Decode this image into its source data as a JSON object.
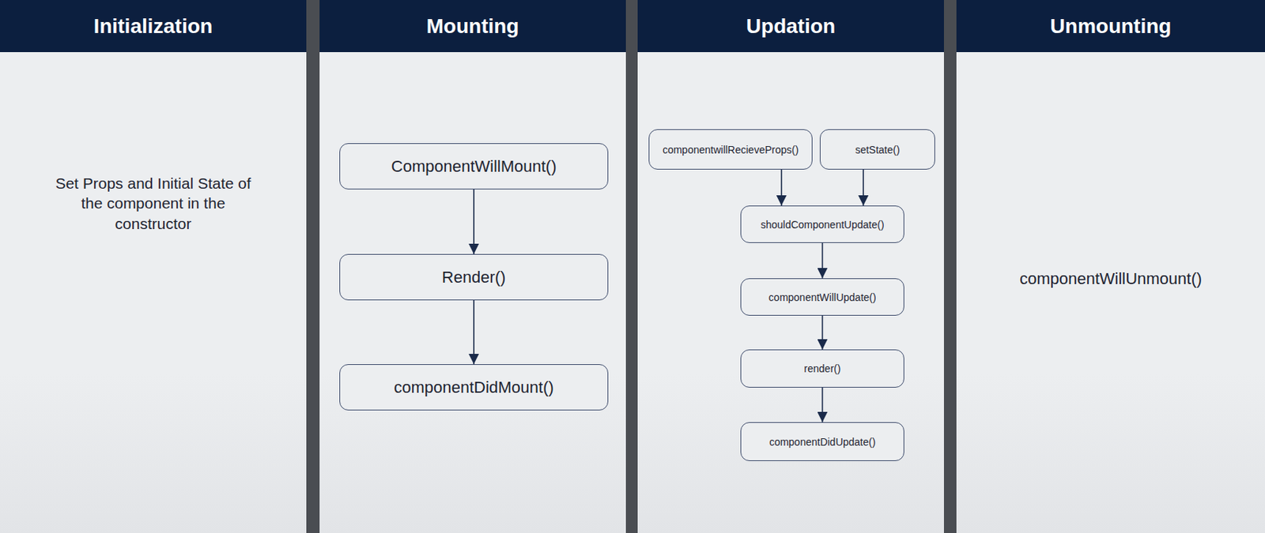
{
  "diagram": {
    "nodes": [
      {
        "text": [
          "Initialization",
          "Set Props and Initial State of the component in the constructor"
        ]
      },
      {
        "text": [
          "Mounting"
        ]
      },
      {
        "text": [
          "ComponentWillMount()"
        ],
        "in": 1
      },
      {
        "text": [
          "Render()"
        ],
        "in": 1
      },
      {
        "text": [
          "componentDidMount()"
        ],
        "in": 1
      },
      {
        "text": [
          "Updation"
        ]
      },
      {
        "text": [
          "componentwillRecieveProps()"
        ],
        "in": 5
      },
      {
        "text": [
          "setState()"
        ],
        "in": 5
      },
      {
        "text": [
          "shouldComponentUpdate()"
        ],
        "in": 5
      },
      {
        "text": [
          "componentWillUpdate()"
        ],
        "in": 5
      },
      {
        "text": [
          "render()"
        ],
        "in": 5
      },
      {
        "text": [
          "componentDidUpdate()"
        ],
        "in": 5
      },
      {
        "text": [
          "Unmounting",
          "componentWillUnmount()"
        ]
      }
    ],
    "edges": [
      {
        "from": 2,
        "to": 3,
        "arrow": "to"
      },
      {
        "from": 3,
        "to": 4,
        "arrow": "to"
      },
      {
        "from": 6,
        "to": 8,
        "arrow": "to"
      },
      {
        "from": 7,
        "to": 8,
        "arrow": "to"
      },
      {
        "from": 8,
        "to": 9,
        "arrow": "to"
      },
      {
        "from": 9,
        "to": 10,
        "arrow": "to"
      },
      {
        "from": 10,
        "to": 11,
        "arrow": "to"
      }
    ]
  }
}
